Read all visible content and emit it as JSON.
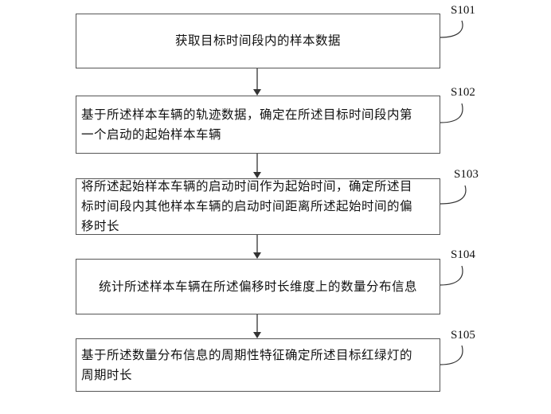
{
  "flowchart": {
    "steps": [
      {
        "id": "S101",
        "text": "获取目标时间段内的样本数据"
      },
      {
        "id": "S102",
        "text": "基于所述样本车辆的轨迹数据，确定在所述目标时间段内第\n一个启动的起始样本车辆"
      },
      {
        "id": "S103",
        "text": "将所述起始样本车辆的启动时间作为起始时间，确定所述目\n标时间段内其他样本车辆的启动时间距离所述起始时间的偏\n移时长"
      },
      {
        "id": "S104",
        "text": "统计所述样本车辆在所述偏移时长维度上的数量分布信息"
      },
      {
        "id": "S105",
        "text": "基于所述数量分布信息的周期性特征确定所述目标红绿灯的\n周期时长"
      }
    ]
  }
}
